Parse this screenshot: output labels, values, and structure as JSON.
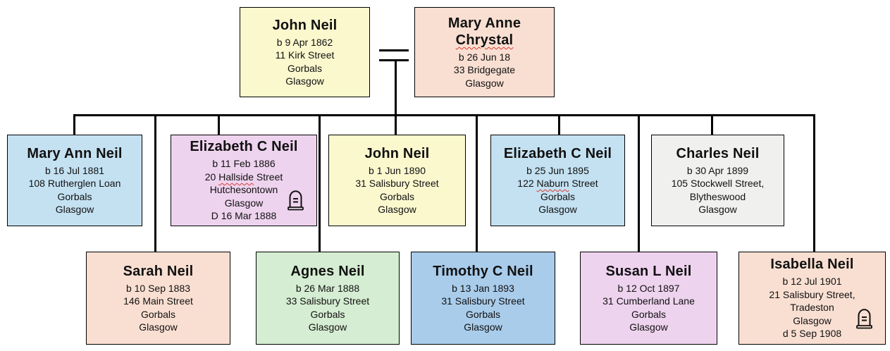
{
  "people": {
    "father": {
      "name": "John Neil",
      "birth": "b 9 Apr 1862",
      "address1": "11 Kirk Street",
      "address2": "Gorbals",
      "address3": "Glasgow"
    },
    "mother": {
      "name_pre": "Mary Anne",
      "name_flagged": "Chrystal",
      "birth": "b 26 Jun 18",
      "address1": "33 Bridgegate",
      "address2": "Glasgow"
    },
    "mary_ann": {
      "name": "Mary Ann Neil",
      "birth": "b 16 Jul 1881",
      "address1": "108 Rutherglen Loan",
      "address2": "Gorbals",
      "address3": "Glasgow"
    },
    "elizabeth_1886": {
      "name": "Elizabeth C Neil",
      "birth": "b 11 Feb 1886",
      "addr_pre": "20 ",
      "addr_flagged": "Hallside",
      "addr_post": " Street",
      "address2": "Hutchesontown",
      "address3": "Glasgow",
      "death": "D 16 Mar 1888"
    },
    "john_jr": {
      "name": "John Neil",
      "birth": "b 1 Jun 1890",
      "address1": "31 Salisbury Street",
      "address2": "Gorbals",
      "address3": "Glasgow"
    },
    "elizabeth_1895": {
      "name": "Elizabeth C Neil",
      "birth": "b 25 Jun 1895",
      "addr_pre": "122 ",
      "addr_flagged": "Naburn",
      "addr_post": " Street",
      "address2": "Gorbals",
      "address3": "Glasgow"
    },
    "charles": {
      "name": "Charles Neil",
      "birth": "b 30 Apr 1899",
      "address1": "105 Stockwell Street,",
      "address2": "Blytheswood",
      "address3": "Glasgow"
    },
    "sarah": {
      "name": "Sarah Neil",
      "birth": "b 10 Sep 1883",
      "address1": "146 Main Street",
      "address2": "Gorbals",
      "address3": "Glasgow"
    },
    "agnes": {
      "name": "Agnes Neil",
      "birth": "b 26 Mar 1888",
      "address1": "33 Salisbury Street",
      "address2": "Gorbals",
      "address3": "Glasgow"
    },
    "timothy": {
      "name": "Timothy C Neil",
      "birth": "b 13 Jan 1893",
      "address1": "31 Salisbury Street",
      "address2": "Gorbals",
      "address3": "Glasgow"
    },
    "susan": {
      "name": "Susan L Neil",
      "birth": "b 12 Oct 1897",
      "address1": "31 Cumberland Lane",
      "address2": "Gorbals",
      "address3": "Glasgow"
    },
    "isabella": {
      "name": "Isabella Neil",
      "birth": "b 12 Jul 1901",
      "address1": "21 Salisbury Street,",
      "address2": "Tradeston",
      "address3": "Glasgow",
      "death": "d 5 Sep 1908"
    }
  },
  "icons": {
    "deceased_marker": "tombstone-icon"
  },
  "colors": {
    "yellow_box": "#fbf8ce",
    "peach_box": "#f9dfd2",
    "light_blue_box": "#c4e1f2",
    "lavender_box": "#eed3ee",
    "green_box": "#d5edd2",
    "mid_blue_box": "#a9cceb",
    "gray_box": "#f0f0ef",
    "connector": "#000000",
    "spellcheck_underline": "#d83b2e"
  }
}
